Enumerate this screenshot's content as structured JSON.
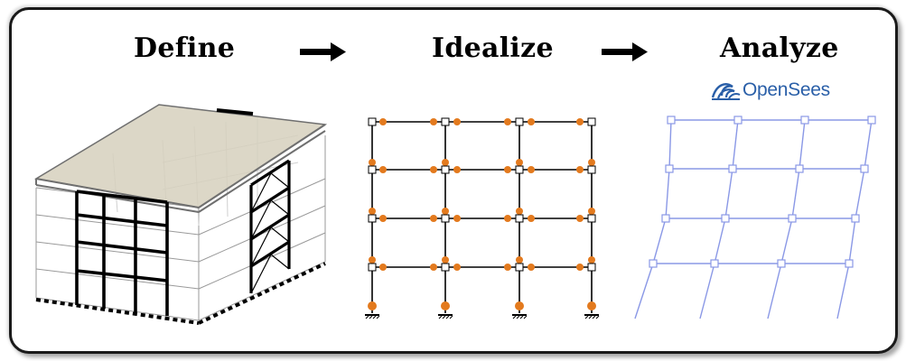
{
  "steps": [
    {
      "label": "Define"
    },
    {
      "label": "Idealize"
    },
    {
      "label": "Analyze"
    }
  ],
  "logo": {
    "text": "OpenSees",
    "icon": "opensees-wave-icon"
  },
  "icons": {
    "arrow": "right-arrow-icon"
  },
  "colors": {
    "frame_border": "#1a1a1a",
    "roof_fill": "#d6d0bd",
    "spring_orange": "#e37a1e",
    "deformed_blue": "#8a98e6",
    "logo_blue": "#2a5fa8"
  }
}
